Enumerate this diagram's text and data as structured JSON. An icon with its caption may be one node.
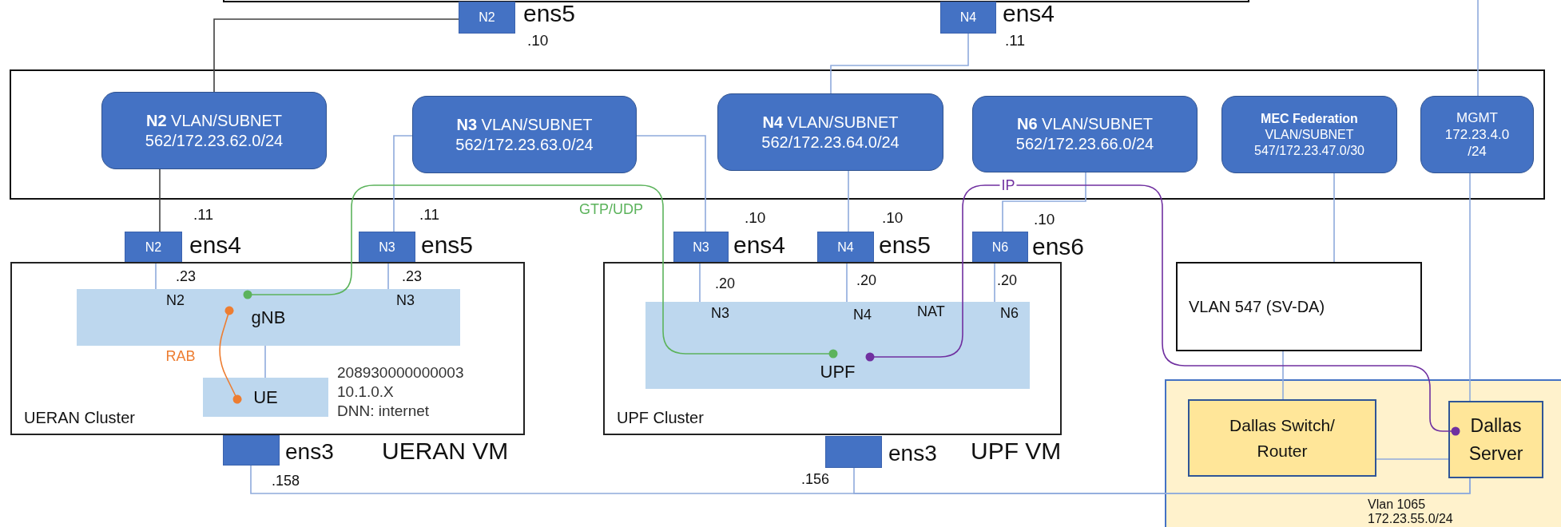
{
  "diagram": {
    "nodes": [
      {
        "text": [],
        "shape": "box"
      },
      {
        "text": [
          "N2"
        ],
        "beside": [
          "ens5",
          ".10"
        ]
      },
      {
        "text": [
          "N4"
        ],
        "beside": [
          "ens4",
          ".11"
        ]
      },
      {
        "text": [],
        "shape": "box"
      },
      {
        "text": [
          "**N2** VLAN/SUBNET 562/172.23.62.0/24"
        ],
        "in": 3
      },
      {
        "text": [
          "**N3** VLAN/SUBNET 562/172.23.63.0/24"
        ],
        "in": 3
      },
      {
        "text": [
          "**N4** VLAN/SUBNET 562/172.23.64.0/24"
        ],
        "in": 3
      },
      {
        "text": [
          "**N6** VLAN/SUBNET 562/172.23.66.0/24"
        ],
        "in": 3
      },
      {
        "text": [
          "MEC Federation",
          "VLAN/SUBNET 547/172.23.47.0/30"
        ],
        "in": 3
      },
      {
        "text": [
          "MGMT 172.23.4.0 /24"
        ],
        "in": 3
      },
      {
        "text": [
          "N2"
        ],
        "beside": [
          ".11",
          "ens4"
        ]
      },
      {
        "text": [
          "N3"
        ],
        "beside": [
          ".11",
          "ens5"
        ]
      },
      {
        "text": [
          "N3"
        ],
        "beside": [
          ".10",
          "ens4"
        ]
      },
      {
        "text": [
          "N4"
        ],
        "beside": [
          ".10",
          "ens5"
        ]
      },
      {
        "text": [
          "N6"
        ],
        "beside": [
          ".10",
          "ens6"
        ]
      },
      {
        "text": [
          "UERAN Cluster"
        ],
        "beside": [
          "UERAN VM"
        ]
      },
      {
        "text": [
          "gNB"
        ],
        "in": 15
      },
      {
        "text": [
          "UE"
        ],
        "in": 15,
        "beside": [
          "208930000000003",
          "10.1.0.X",
          "DNN: internet"
        ]
      },
      {
        "text": [],
        "shape": "box",
        "beside": [
          "ens3",
          ".158"
        ]
      },
      {
        "text": [
          "UPF Cluster"
        ],
        "beside": [
          "UPF VM"
        ]
      },
      {
        "text": [
          "UPF"
        ],
        "in": 19
      },
      {
        "text": [],
        "shape": "box",
        "beside": [
          "ens3",
          ".156"
        ]
      },
      {
        "text": [
          "VLAN 547 (SV-DA)"
        ]
      },
      {
        "text": [
          "Vlan 1065 172.23.55.0/24"
        ]
      },
      {
        "text": [
          "Dallas Switch/ Router"
        ],
        "in": 23
      },
      {
        "text": [
          "Dallas Server"
        ],
        "in": 23
      }
    ],
    "edges": [
      {
        "from": 4,
        "to": 1,
        "arrow": "none",
        "color": "#404040"
      },
      {
        "from": 6,
        "to": 2,
        "arrow": "none"
      },
      {
        "from": 4,
        "to": 10,
        "arrow": "none",
        "color": "#404040"
      },
      {
        "from": 5,
        "to": 11,
        "arrow": "none"
      },
      {
        "from": 5,
        "to": 12,
        "arrow": "none"
      },
      {
        "from": 6,
        "to": 13,
        "arrow": "none"
      },
      {
        "from": 7,
        "to": 14,
        "arrow": "none"
      },
      {
        "from": 8,
        "to": 22,
        "arrow": "none"
      },
      {
        "from": 22,
        "to": 24,
        "arrow": "none"
      },
      {
        "from": null,
        "to": 9,
        "arrow": "none"
      },
      {
        "from": 9,
        "to": 25,
        "arrow": "none"
      },
      {
        "from": 25,
        "to": 18,
        "arrow": "none"
      },
      {
        "from": 25,
        "to": 21,
        "arrow": "none"
      },
      {
        "from": 24,
        "to": 25,
        "arrow": "none"
      },
      {
        "from": 10,
        "to": 16,
        "arrow": "none"
      },
      {
        "from": 11,
        "to": 16,
        "arrow": "none"
      },
      {
        "from": 16,
        "to": 17,
        "arrow": "none"
      },
      {
        "from": 12,
        "to": 20,
        "arrow": "none"
      },
      {
        "from": 13,
        "to": 20,
        "arrow": "none"
      },
      {
        "from": 14,
        "to": 20,
        "arrow": "none"
      },
      {
        "from": 16,
        "to": 20,
        "arrow": "other",
        "label": "GTP/UDP",
        "color": "#5cb35c"
      },
      {
        "from": 20,
        "to": 25,
        "arrow": "other",
        "label": "IP",
        "color": "#7030a0"
      },
      {
        "from": 16,
        "to": 17,
        "arrow": "other",
        "label": "RAB",
        "color": "#ed7d31"
      }
    ],
    "labels": [
      ".23",
      ".23",
      "N2",
      "N3",
      ".20",
      ".20",
      ".20",
      "N3",
      "N4",
      "NAT",
      "N6"
    ]
  }
}
